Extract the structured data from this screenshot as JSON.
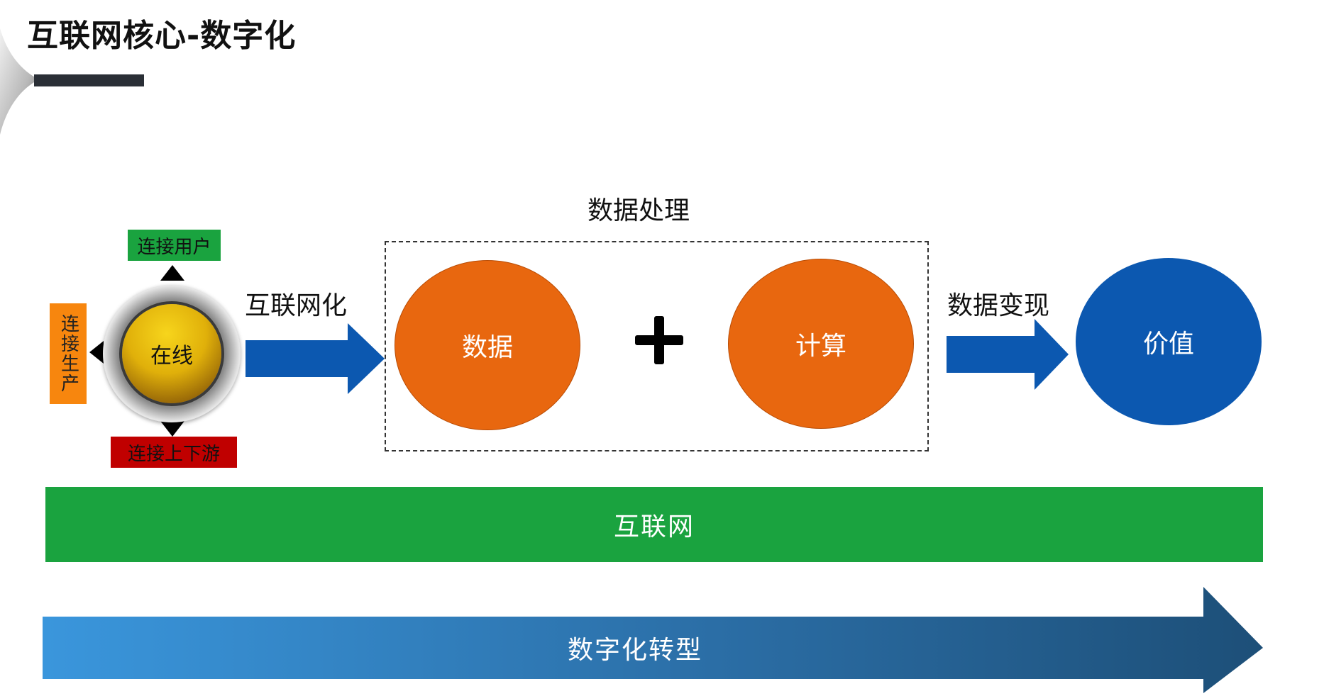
{
  "title": "互联网核心-数字化",
  "center": {
    "label": "在线"
  },
  "tags": {
    "users": "连接用户",
    "production": "连接生产",
    "upstream_downstream": "连接上下游"
  },
  "flow": {
    "internetization": "互联网化",
    "processing_label": "数据处理",
    "data": "数据",
    "plus": "+",
    "compute": "计算",
    "monetization": "数据变现",
    "value": "价值"
  },
  "bands": {
    "internet": "互联网",
    "transformation": "数字化转型"
  },
  "colors": {
    "green": "#1aa33f",
    "orange": "#e8670f",
    "blue": "#0c58b0",
    "tag_orange": "#f7860e",
    "tag_red": "#c00000"
  }
}
